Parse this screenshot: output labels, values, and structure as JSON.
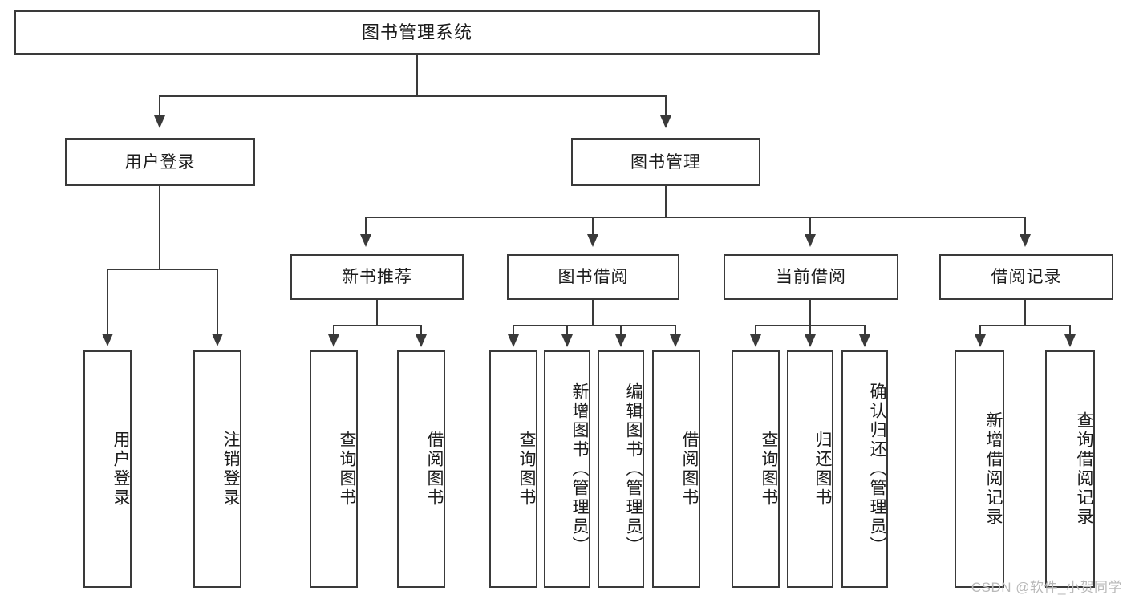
{
  "diagram": {
    "title": "图书管理系统",
    "root": {
      "label": "图书管理系统"
    },
    "level2": [
      {
        "label": "用户登录"
      },
      {
        "label": "图书管理"
      }
    ],
    "level3": [
      {
        "label": "新书推荐"
      },
      {
        "label": "图书借阅"
      },
      {
        "label": "当前借阅"
      },
      {
        "label": "借阅记录"
      }
    ],
    "leaves": {
      "user_login": [
        {
          "label": "用户登录"
        },
        {
          "label": "注销登录"
        }
      ],
      "new_book_recommend": [
        {
          "label": "查询图书"
        },
        {
          "label": "借阅图书"
        }
      ],
      "book_borrow": [
        {
          "label": "查询图书"
        },
        {
          "label": "新增图书（管理员）"
        },
        {
          "label": "编辑图书（管理员）"
        },
        {
          "label": "借阅图书"
        }
      ],
      "current_borrow": [
        {
          "label": "查询图书"
        },
        {
          "label": "归还图书"
        },
        {
          "label": "确认归还（管理员）"
        }
      ],
      "borrow_record": [
        {
          "label": "新增借阅记录"
        },
        {
          "label": "查询借阅记录"
        }
      ]
    }
  },
  "watermark": {
    "text": "CSDN @软件_小贺同学"
  },
  "colors": {
    "stroke": "#3a3a3a",
    "fill": "#ffffff",
    "text": "#1c1c1c",
    "watermark": "#b9b9b9"
  }
}
